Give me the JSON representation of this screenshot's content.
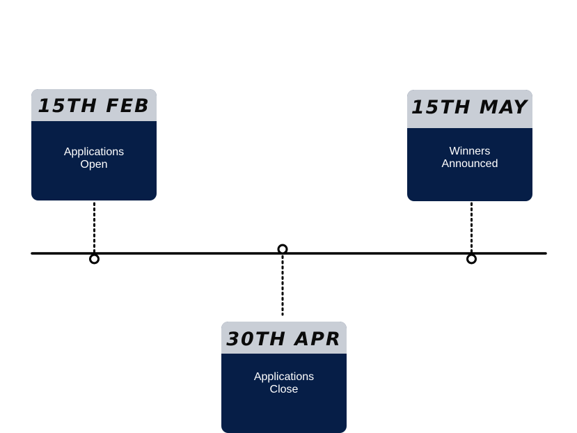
{
  "colors": {
    "card_body": "#061e47",
    "card_header": "#c9ced6",
    "axis": "#000000"
  },
  "milestones": [
    {
      "date": "15TH FEB",
      "line1": "Applications",
      "line2": "Open"
    },
    {
      "date": "30TH APR",
      "line1": "Applications",
      "line2": "Close"
    },
    {
      "date": "15TH MAY",
      "line1": "Winners",
      "line2": "Announced"
    }
  ]
}
